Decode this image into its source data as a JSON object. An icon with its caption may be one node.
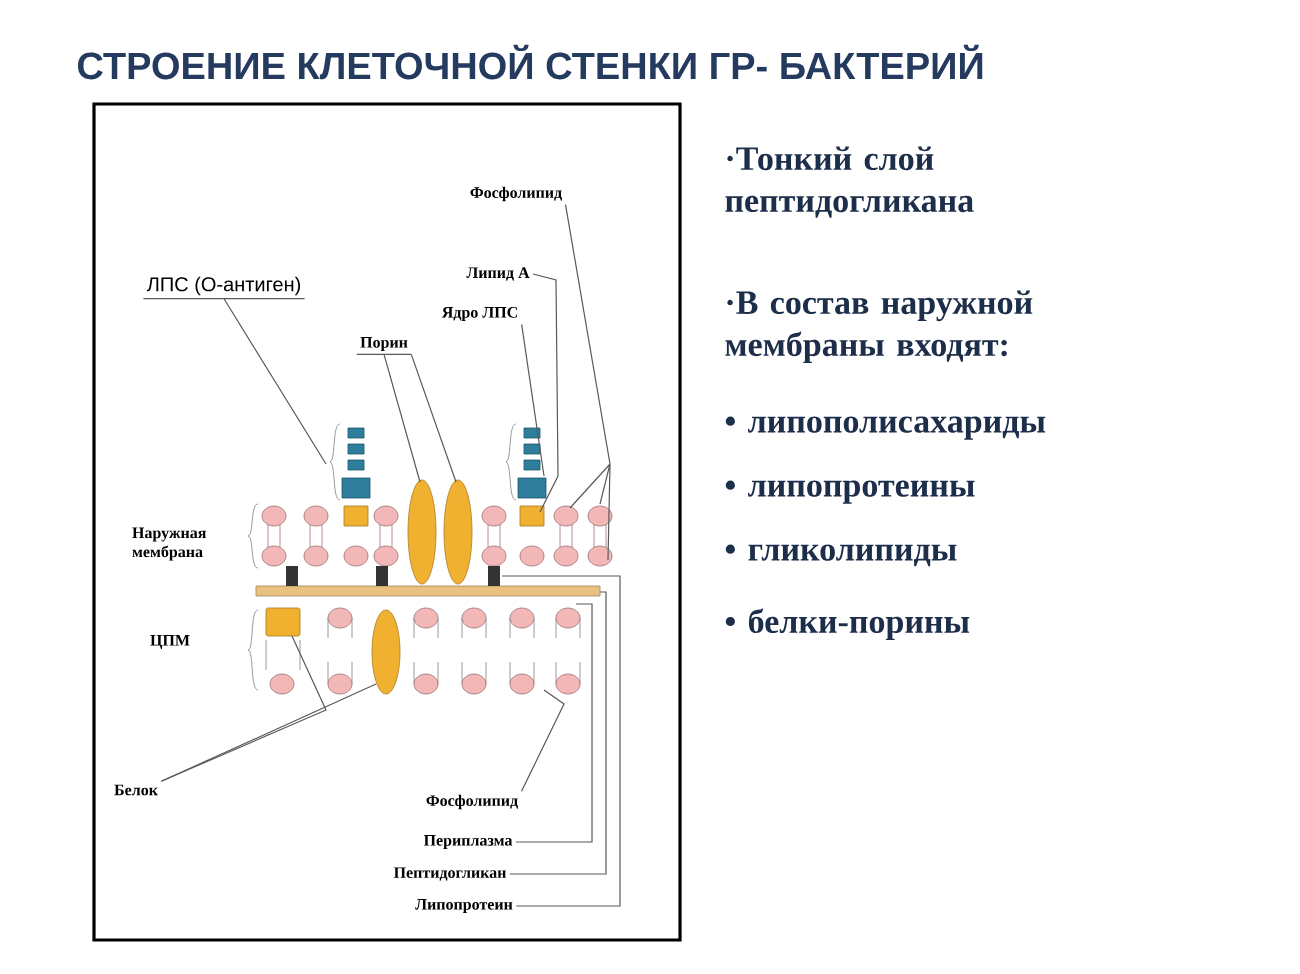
{
  "diagram": {
    "title": "СТРОЕНИЕ КЛЕТОЧНОЙ СТЕНКИ ГР- БАКТЕРИЙ",
    "nodes": [
      {
        "text": [
          "Фосфолипид"
        ]
      },
      {
        "text": [
          "ЛПС (О-антиген)"
        ]
      },
      {
        "text": [
          "Липид А"
        ]
      },
      {
        "text": [
          "Ядро ЛПС"
        ]
      },
      {
        "text": [
          "Порин"
        ]
      },
      {
        "text": [
          "Наружная мембрана"
        ]
      },
      {
        "text": [
          "ЦПМ"
        ]
      },
      {
        "text": [
          "Белок"
        ]
      },
      {
        "text": [
          "Фосфолипид"
        ]
      },
      {
        "text": [
          "Периплазма"
        ]
      },
      {
        "text": [
          "Пептидогликан"
        ]
      },
      {
        "text": [
          "Липопротеин"
        ]
      },
      {
        "text": [],
        "shape": "picture"
      }
    ],
    "edges": [
      {
        "from": 0,
        "to": 12,
        "arrow": "none"
      },
      {
        "from": 1,
        "to": 12,
        "arrow": "none"
      },
      {
        "from": 2,
        "to": 12,
        "arrow": "none"
      },
      {
        "from": 3,
        "to": 12,
        "arrow": "none"
      },
      {
        "from": 4,
        "to": 12,
        "arrow": "none"
      },
      {
        "from": 4,
        "to": 12,
        "arrow": "none"
      },
      {
        "from": 7,
        "to": 12,
        "arrow": "none"
      },
      {
        "from": 7,
        "to": 12,
        "arrow": "none"
      },
      {
        "from": 8,
        "to": 12,
        "arrow": "none"
      },
      {
        "from": 9,
        "to": 12,
        "arrow": "none"
      },
      {
        "from": 10,
        "to": 12,
        "arrow": "none"
      },
      {
        "from": 11,
        "to": 12,
        "arrow": "none"
      }
    ],
    "labels": [
      "·Тонкий слой пептидогликана",
      "·В состав наружной мембраны входят:",
      "• липополисахариды",
      "• липопротеины",
      "• гликолипиды",
      "• белки-порины"
    ]
  }
}
